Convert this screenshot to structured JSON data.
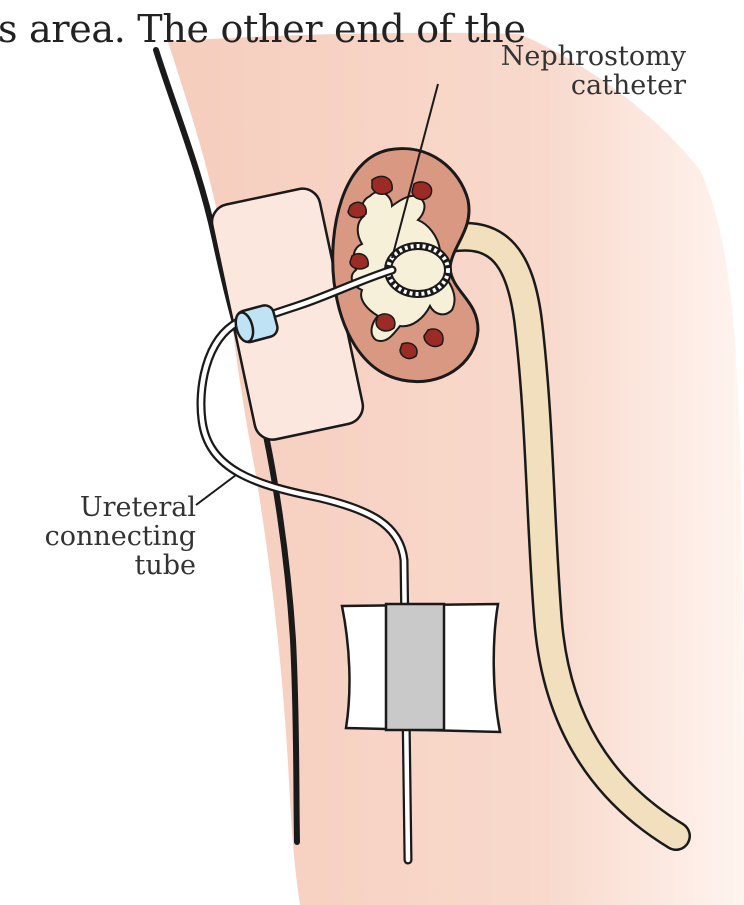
{
  "text_fragment": "s area. The other end of the",
  "labels": {
    "nephrostomy": [
      "Nephrostomy",
      "catheter"
    ],
    "ureteral": [
      "Ureteral",
      "connecting",
      "tube"
    ]
  },
  "colors": {
    "skin_fill": "#f7d2c2",
    "kidney_fill": "#d99882",
    "calyx_fill": "#f6f0d8",
    "calyx_tip": "#9b2b24",
    "catheter_fill": "#f2dfbd",
    "connector": "#bfe3f5",
    "tape_fill": "#ffffff",
    "clip_fill": "#c9c9c9",
    "outline": "#1a1a1a"
  }
}
